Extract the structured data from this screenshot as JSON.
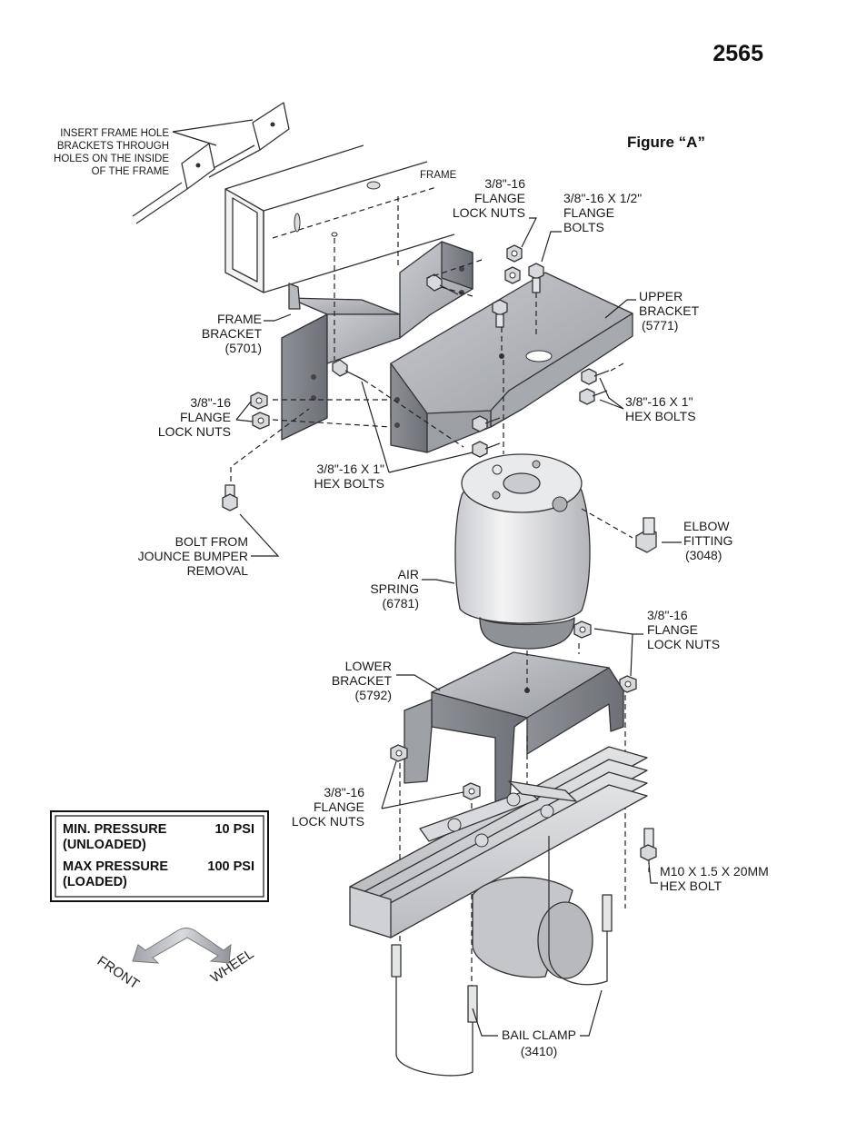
{
  "page": {
    "number": "2565",
    "figure_title": "Figure “A”"
  },
  "labels": {
    "insert_frame": [
      "INSERT FRAME HOLE",
      "BRACKETS THROUGH",
      "HOLES ON THE INSIDE",
      "OF THE FRAME"
    ],
    "frame": "FRAME",
    "flange_lock_nuts_top": [
      "3/8\"-16",
      "FLANGE",
      "LOCK NUTS"
    ],
    "flange_bolts": [
      "3/8\"-16 X 1/2\"",
      "FLANGE",
      "BOLTS"
    ],
    "upper_bracket": [
      "UPPER",
      "BRACKET",
      "(5771)"
    ],
    "frame_bracket": [
      "FRAME",
      "BRACKET",
      "(5701)"
    ],
    "flange_lock_nuts_left": [
      "3/8\"-16",
      "FLANGE",
      "LOCK NUTS"
    ],
    "hex_bolts_right": [
      "3/8\"-16 X 1\"",
      "HEX BOLTS"
    ],
    "hex_bolts_center": [
      "3/8\"-16 X 1\"",
      "HEX BOLTS"
    ],
    "elbow_fitting": [
      "ELBOW",
      "FITTING",
      "(3048)"
    ],
    "bolt_jounce": [
      "BOLT FROM",
      "JOUNCE BUMPER",
      "REMOVAL"
    ],
    "air_spring": [
      "AIR",
      "SPRING",
      "(6781)"
    ],
    "flange_lock_nuts_right": [
      "3/8\"-16",
      "FLANGE",
      "LOCK NUTS"
    ],
    "lower_bracket": [
      "LOWER",
      "BRACKET",
      "(5792)"
    ],
    "flange_lock_nuts_lower": [
      "3/8\"-16",
      "FLANGE",
      "LOCK NUTS"
    ],
    "m10_hex_bolt": [
      "M10 X 1.5 X 20MM",
      "HEX BOLT"
    ],
    "bail_clamp": [
      "BAIL CLAMP",
      "(3410)"
    ]
  },
  "pressure_box": {
    "min_label": [
      "MIN. PRESSURE",
      "(UNLOADED)"
    ],
    "min_value": "10 PSI",
    "max_label": [
      "MAX PRESSURE",
      "(LOADED)"
    ],
    "max_value": "100 PSI"
  },
  "direction": {
    "front": "FRONT",
    "wheel": "WHEEL"
  }
}
